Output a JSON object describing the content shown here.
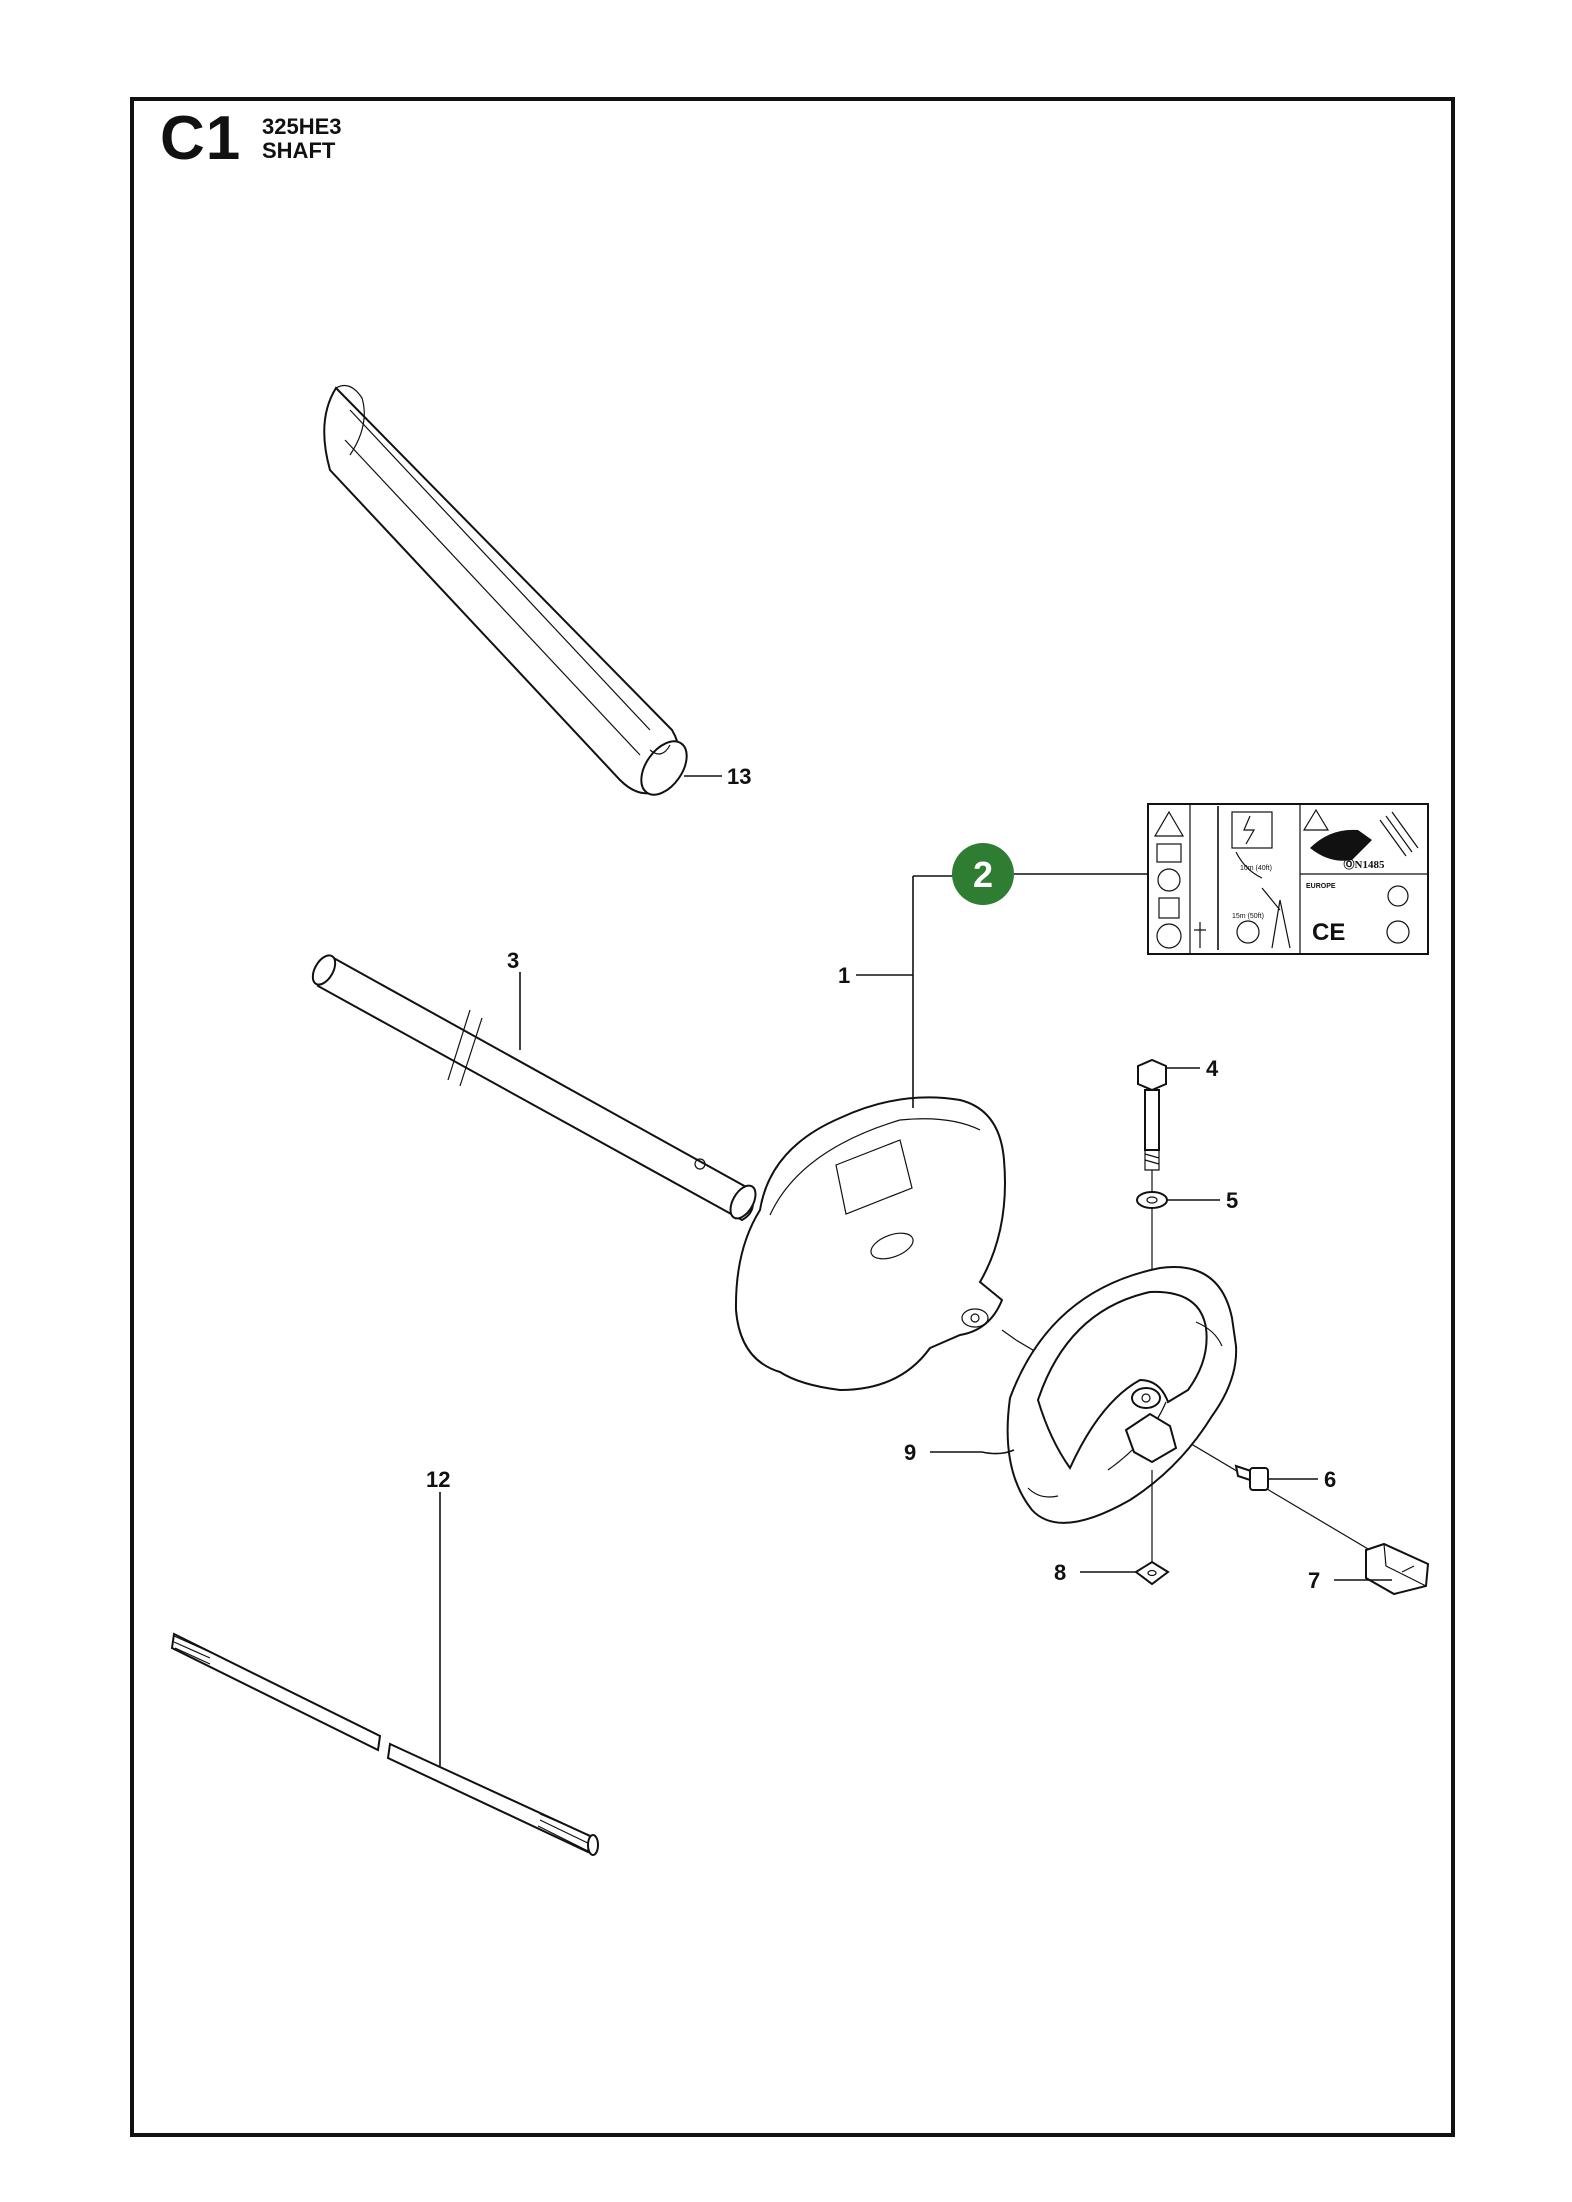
{
  "header": {
    "section_code": "C1",
    "model": "325HE3",
    "title": "SHAFT"
  },
  "callouts": [
    "1",
    "2",
    "3",
    "4",
    "5",
    "6",
    "7",
    "8",
    "9",
    "12",
    "13"
  ],
  "badge": {
    "label": "2",
    "color": "#2e7d32"
  },
  "decal": {
    "mark_certificate": "ⓄN1485",
    "region": "EUROPE",
    "ce_mark": "CE",
    "distance_top": "10m (40ft)",
    "distance_bottom": "15m (50ft)"
  }
}
